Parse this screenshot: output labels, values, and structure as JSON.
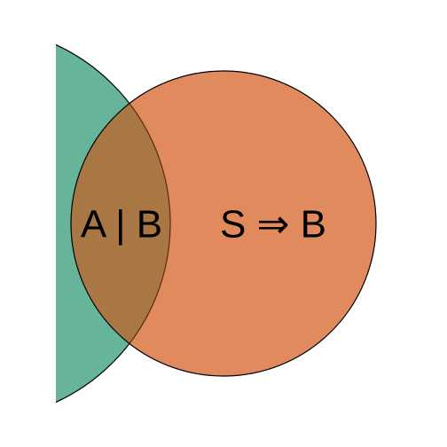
{
  "diagram": {
    "type": "venn",
    "sets": [
      {
        "id": "left-set",
        "fill": "#66b59a",
        "stroke": "#000000"
      },
      {
        "id": "right-set",
        "fill": "#e08a5e",
        "stroke": "#000000"
      }
    ],
    "intersection_fill": "#a97743",
    "labels": {
      "intersection": "A | B",
      "right_only": "S ⇒ B"
    }
  }
}
